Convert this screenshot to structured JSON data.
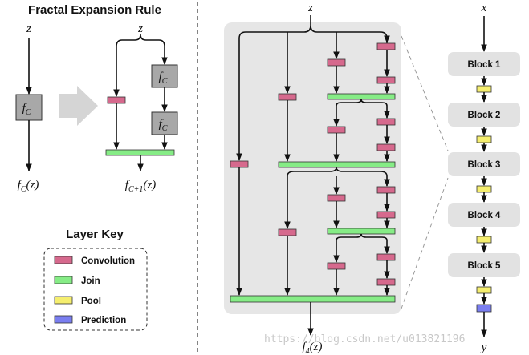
{
  "rule": {
    "title": "Fractal Expansion Rule",
    "input_left": "z",
    "input_right": "z",
    "fc_base": "f",
    "fc_sub": "C",
    "output_left": "f_C(z)",
    "output_right": "f_{C+1}(z)"
  },
  "key": {
    "title": "Layer Key",
    "items": [
      {
        "label": "Convolution",
        "color": "#d6698d"
      },
      {
        "label": "Join",
        "color": "#86ec86"
      },
      {
        "label": "Pool",
        "color": "#f5ee6e"
      },
      {
        "label": "Prediction",
        "color": "#7a7ef0"
      }
    ]
  },
  "fractal": {
    "input": "z",
    "output": "f_4(z)"
  },
  "network": {
    "input": "x",
    "output": "y",
    "blocks": [
      "Block 1",
      "Block 2",
      "Block 3",
      "Block 4",
      "Block 5"
    ]
  },
  "watermark": "https://blog.csdn.net/u013821196",
  "colors": {
    "convolution": "#d6698d",
    "join": "#86ec86",
    "pool": "#f5ee6e",
    "prediction": "#7a7ef0",
    "fc_box": "#a8a8a8",
    "panel_bg": "#e6e6e6"
  }
}
